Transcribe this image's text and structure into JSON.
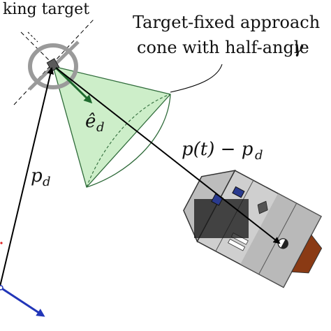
{
  "labels": {
    "docking_target": "king target",
    "cone_line1": "Target-fixed approach",
    "cone_line2": "cone with half-angle",
    "cone_gamma": "γ",
    "unit_vector": "ê",
    "unit_vector_sub": "d",
    "position_vector": "p",
    "position_vector_sub": "d",
    "relative_vector": "p(t) − p",
    "relative_vector_sub": "d"
  },
  "colors": {
    "cone_fill": "#cdeec9",
    "cone_stroke": "#2f6b3a",
    "unit_vector_color": "#1e6a2e",
    "frame_axis_color": "#2236b8",
    "spacecraft_body": "#c9c9c9",
    "spacecraft_shadow": "#777777",
    "nozzle_color": "#8a3a14"
  },
  "icons": {
    "target": "crosshair-target-icon",
    "spacecraft": "spacecraft-icon"
  }
}
